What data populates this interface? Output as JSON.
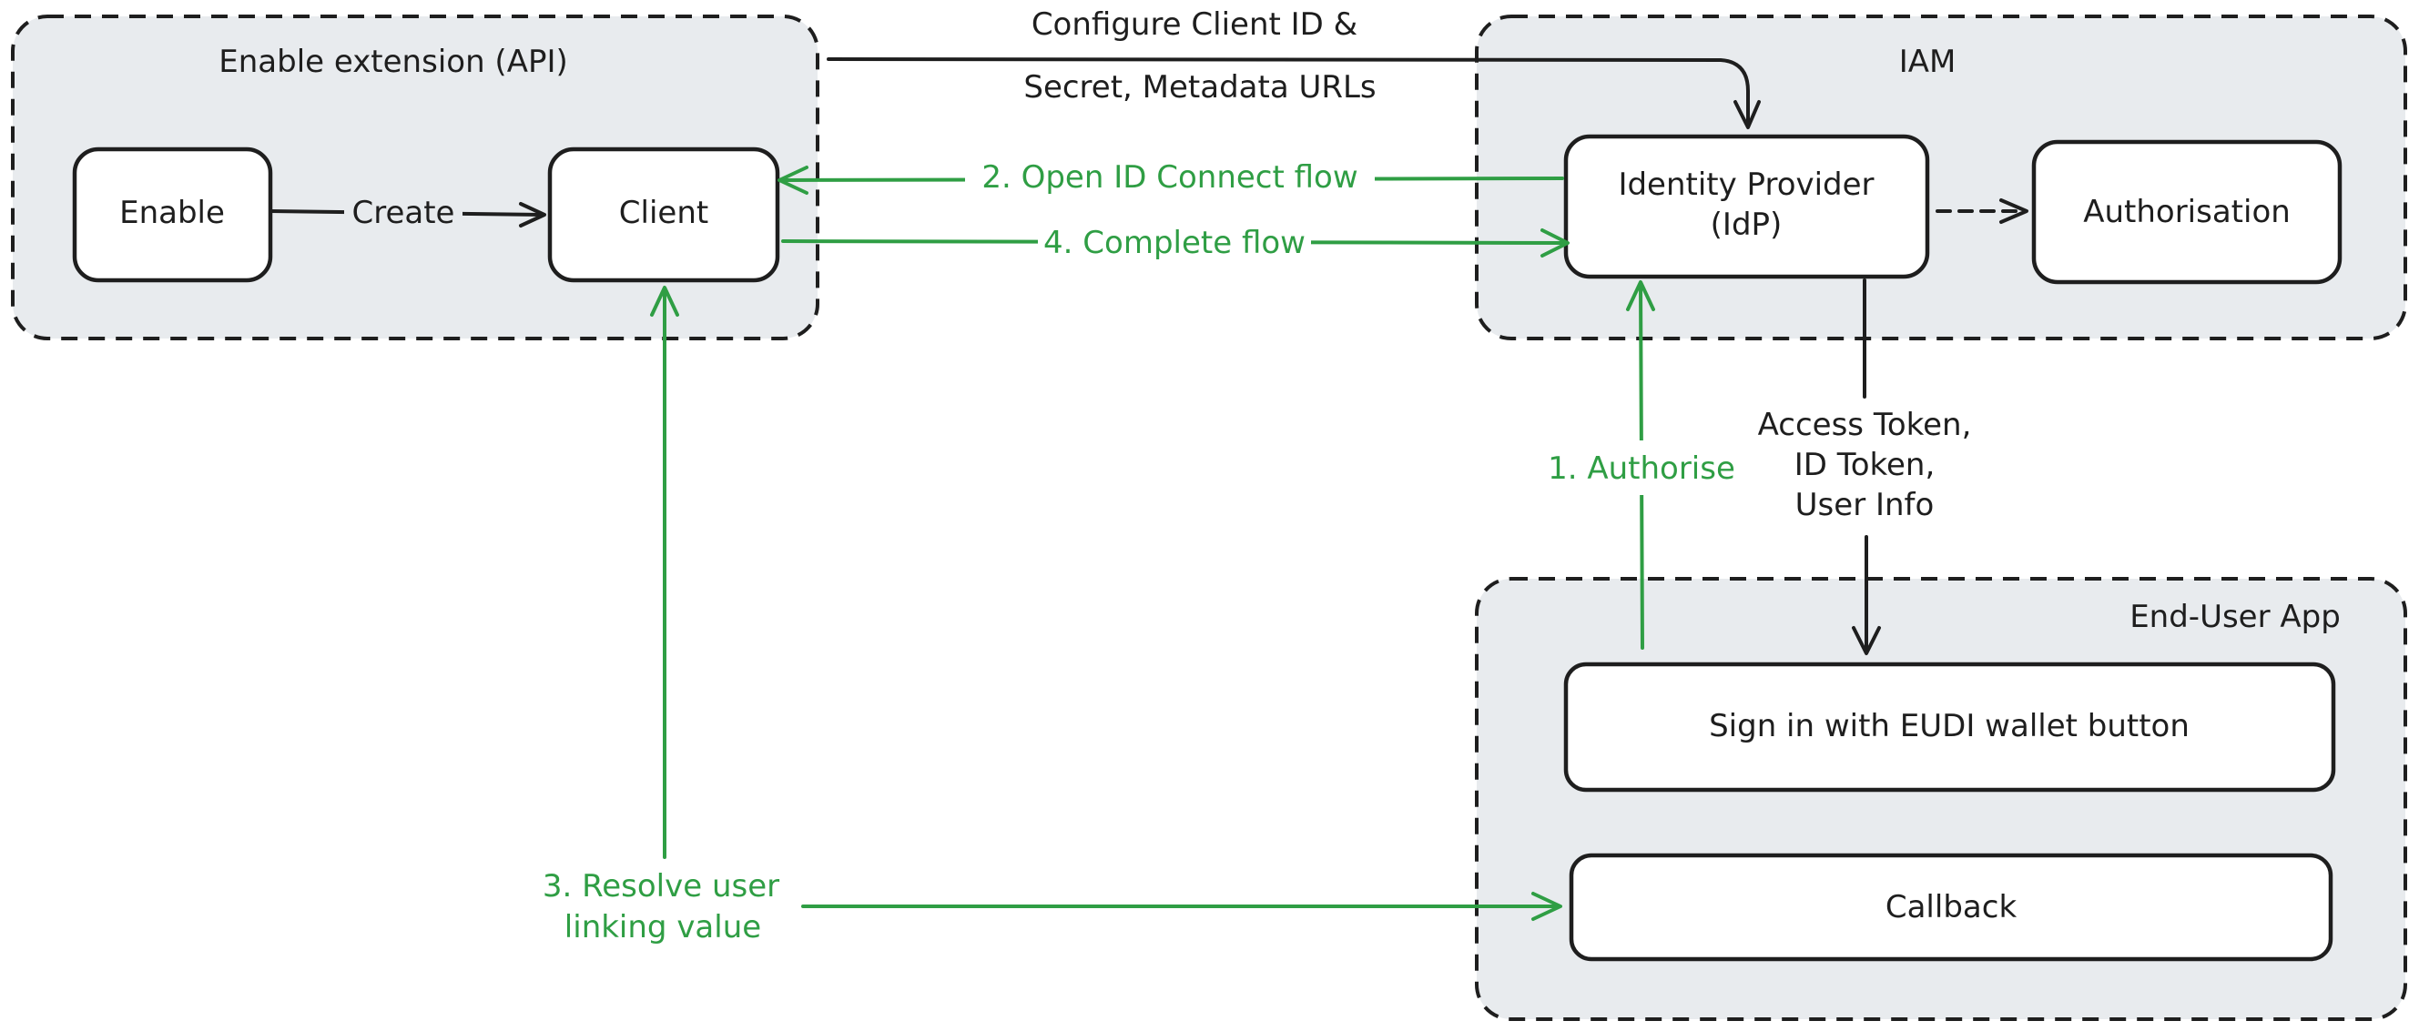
{
  "groups": {
    "api": "Enable extension (API)",
    "iam": "IAM",
    "app": "End-User App"
  },
  "nodes": {
    "enable": "Enable",
    "client": "Client",
    "idp_line1": "Identity Provider",
    "idp_line2": "(IdP)",
    "authorisation": "Authorisation",
    "signin": "Sign in with EUDI wallet button",
    "callback": "Callback"
  },
  "edges": {
    "create": "Create",
    "configure_line1": "Configure Client ID &",
    "configure_line2": "Secret, Metadata URLs",
    "oidc": "2. Open ID Connect flow",
    "complete": "4. Complete flow",
    "authorise": "1. Authorise",
    "tokens_line1": "Access Token,",
    "tokens_line2": "ID Token,",
    "tokens_line3": "User Info",
    "resolve_line1": "3. Resolve user",
    "resolve_line2": "linking value"
  },
  "colors": {
    "group_fill": "#e8ebee",
    "stroke": "#1e1e1e",
    "green": "#2f9e44",
    "node_fill": "#ffffff"
  }
}
